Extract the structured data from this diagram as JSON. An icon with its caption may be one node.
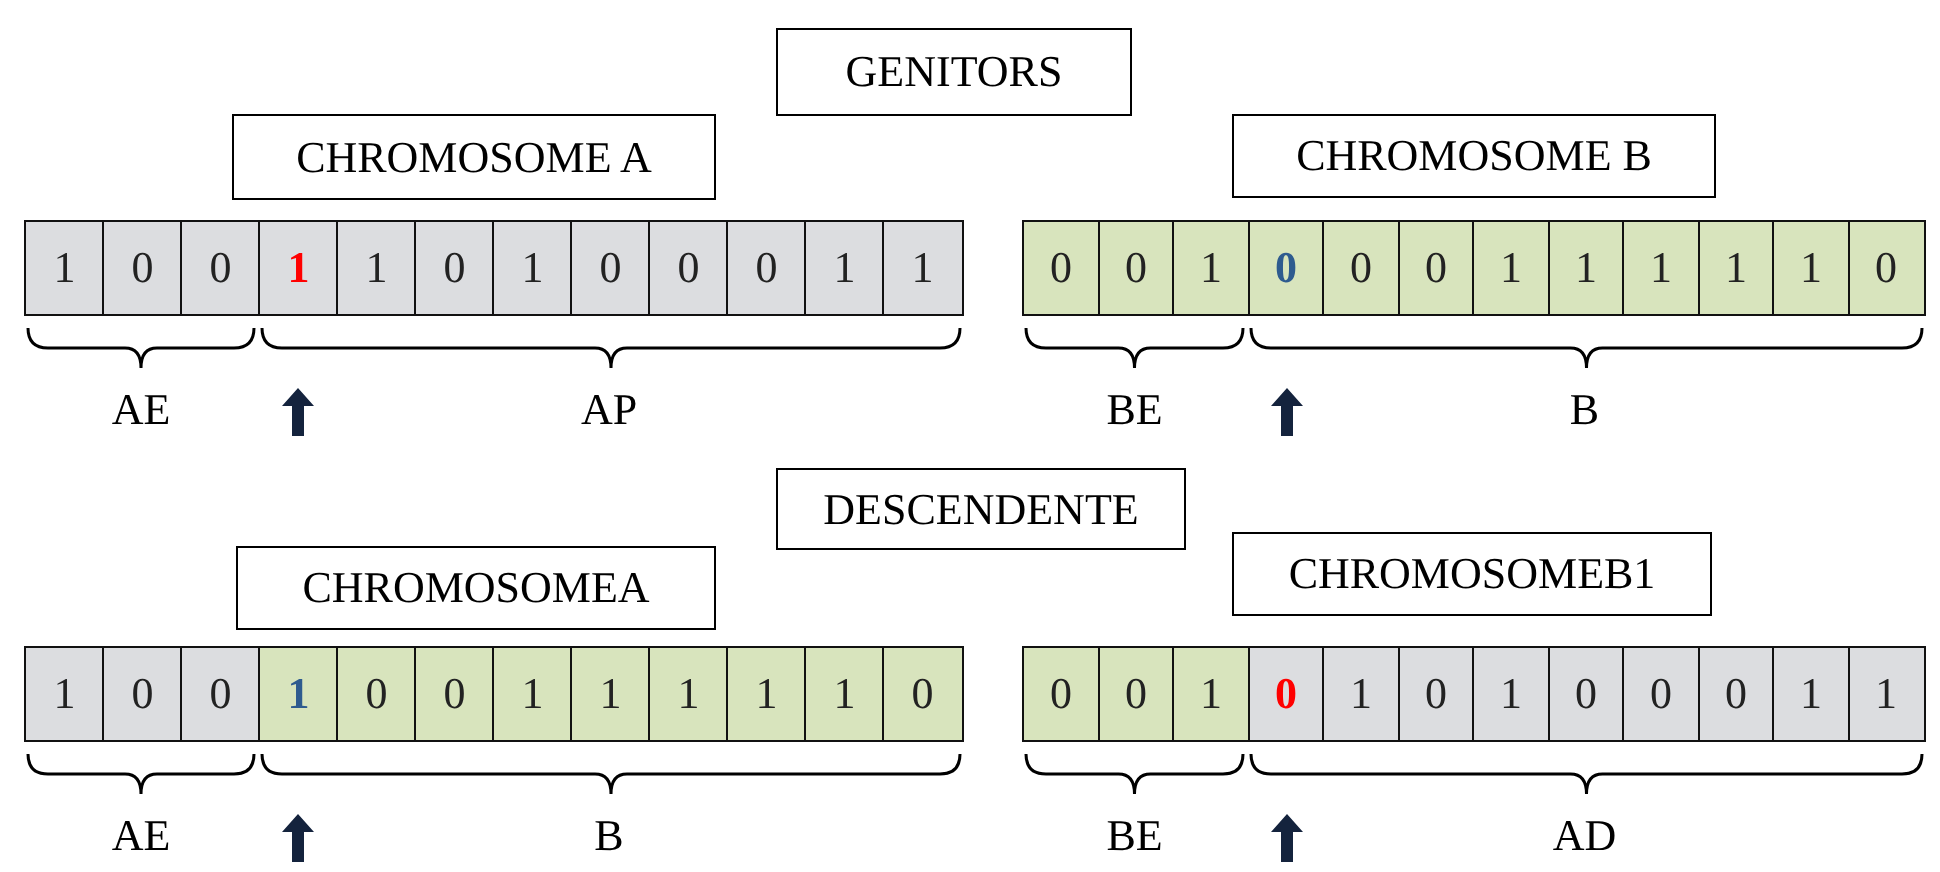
{
  "diagram": {
    "nodes": [
      {
        "text": [
          "GENITORS"
        ]
      },
      {
        "text": [
          "CHROMOSOME A"
        ]
      },
      {
        "text": [
          "CHROMOSOME B"
        ]
      },
      {
        "text": [
          "1"
        ]
      },
      {
        "text": [
          "0"
        ]
      },
      {
        "text": [
          "0"
        ]
      },
      {
        "text": [
          "1"
        ]
      },
      {
        "text": [
          "1"
        ]
      },
      {
        "text": [
          "0"
        ]
      },
      {
        "text": [
          "1"
        ]
      },
      {
        "text": [
          "0"
        ]
      },
      {
        "text": [
          "0"
        ]
      },
      {
        "text": [
          "0"
        ]
      },
      {
        "text": [
          "1"
        ]
      },
      {
        "text": [
          "1"
        ]
      },
      {
        "text": [
          "0"
        ]
      },
      {
        "text": [
          "0"
        ]
      },
      {
        "text": [
          "1"
        ]
      },
      {
        "text": [
          "0"
        ]
      },
      {
        "text": [
          "0"
        ]
      },
      {
        "text": [
          "0"
        ]
      },
      {
        "text": [
          "1"
        ]
      },
      {
        "text": [
          "1"
        ]
      },
      {
        "text": [
          "1"
        ]
      },
      {
        "text": [
          "1"
        ]
      },
      {
        "text": [
          "1"
        ]
      },
      {
        "text": [
          "0"
        ]
      },
      {
        "text": [
          "DESCENDENTE"
        ]
      },
      {
        "text": [
          "CHROMOSOMEA"
        ]
      },
      {
        "text": [
          "CHROMOSOMEB1"
        ]
      },
      {
        "text": [
          "1"
        ]
      },
      {
        "text": [
          "0"
        ]
      },
      {
        "text": [
          "0"
        ]
      },
      {
        "text": [
          "1"
        ]
      },
      {
        "text": [
          "0"
        ]
      },
      {
        "text": [
          "0"
        ]
      },
      {
        "text": [
          "1"
        ]
      },
      {
        "text": [
          "1"
        ]
      },
      {
        "text": [
          "1"
        ]
      },
      {
        "text": [
          "1"
        ]
      },
      {
        "text": [
          "1"
        ]
      },
      {
        "text": [
          "0"
        ]
      },
      {
        "text": [
          "0"
        ]
      },
      {
        "text": [
          "0"
        ]
      },
      {
        "text": [
          "1"
        ]
      },
      {
        "text": [
          "0"
        ]
      },
      {
        "text": [
          "1"
        ]
      },
      {
        "text": [
          "0"
        ]
      },
      {
        "text": [
          "1"
        ]
      },
      {
        "text": [
          "0"
        ]
      },
      {
        "text": [
          "0"
        ]
      },
      {
        "text": [
          "0"
        ]
      },
      {
        "text": [
          "1"
        ]
      },
      {
        "text": [
          "1"
        ]
      }
    ],
    "labels": [
      "AE",
      "AP",
      "BE",
      "B",
      "AE",
      "B",
      "BE",
      "AD"
    ]
  }
}
